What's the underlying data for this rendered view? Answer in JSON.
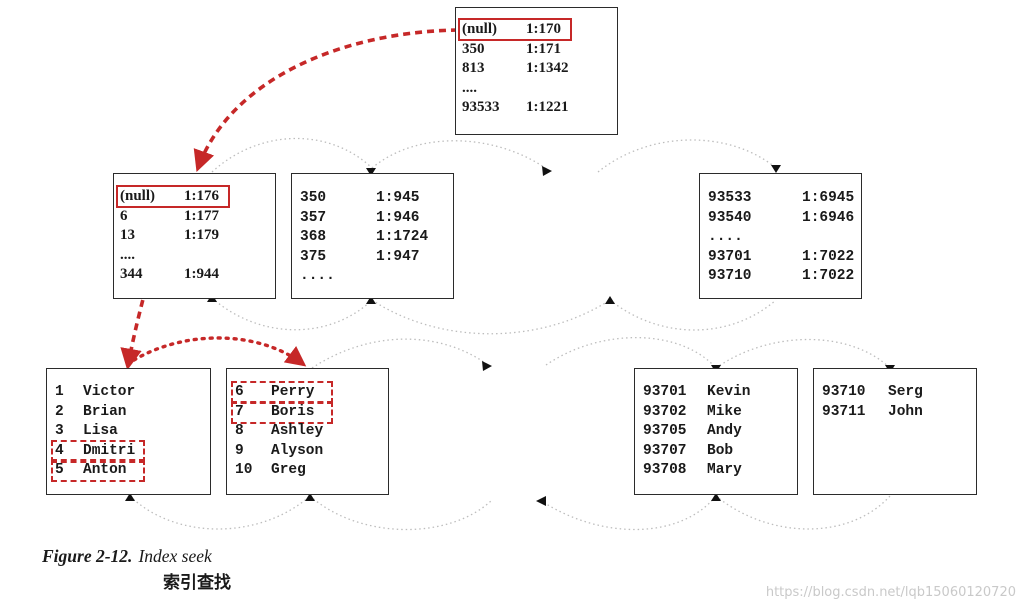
{
  "root_page": {
    "rows": [
      {
        "key": "(null)",
        "ptr": "1:170",
        "highlight": "solid"
      },
      {
        "key": "350",
        "ptr": "1:171"
      },
      {
        "key": "813",
        "ptr": "1:1342"
      },
      {
        "key": "....",
        "ptr": ""
      },
      {
        "key": "93533",
        "ptr": "1:1221"
      }
    ]
  },
  "intermediate_pages": [
    {
      "rows": [
        {
          "key": "(null)",
          "ptr": "1:176",
          "highlight": "solid"
        },
        {
          "key": "6",
          "ptr": "1:177"
        },
        {
          "key": "13",
          "ptr": "1:179"
        },
        {
          "key": "....",
          "ptr": ""
        },
        {
          "key": "344",
          "ptr": "1:944"
        }
      ]
    },
    {
      "rows": [
        {
          "key": "350",
          "ptr": "1:945"
        },
        {
          "key": "357",
          "ptr": "1:946"
        },
        {
          "key": "368",
          "ptr": "1:1724"
        },
        {
          "key": "375",
          "ptr": "1:947"
        },
        {
          "key": "....",
          "ptr": ""
        }
      ]
    },
    {
      "rows": [
        {
          "key": "93533",
          "ptr": "1:6945"
        },
        {
          "key": "93540",
          "ptr": "1:6946"
        },
        {
          "key": "....",
          "ptr": ""
        },
        {
          "key": "93701",
          "ptr": "1:7022"
        },
        {
          "key": "93710",
          "ptr": "1:7022"
        }
      ]
    }
  ],
  "leaf_pages": [
    {
      "rows": [
        {
          "id": "1",
          "name": "Victor"
        },
        {
          "id": "2",
          "name": "Brian"
        },
        {
          "id": "3",
          "name": "Lisa"
        },
        {
          "id": "4",
          "name": "Dmitri",
          "highlight": "dashed"
        },
        {
          "id": "5",
          "name": "Anton",
          "highlight": "dashed"
        }
      ]
    },
    {
      "rows": [
        {
          "id": "6",
          "name": "Perry",
          "highlight": "dashed"
        },
        {
          "id": "7",
          "name": "Boris",
          "highlight": "dashed"
        },
        {
          "id": "8",
          "name": "Ashley"
        },
        {
          "id": "9",
          "name": "Alyson"
        },
        {
          "id": "10",
          "name": "Greg"
        }
      ]
    },
    {
      "rows": [
        {
          "id": "93701",
          "name": "Kevin"
        },
        {
          "id": "93702",
          "name": "Mike"
        },
        {
          "id": "93705",
          "name": "Andy"
        },
        {
          "id": "93707",
          "name": "Bob"
        },
        {
          "id": "93708",
          "name": "Mary"
        }
      ]
    },
    {
      "rows": [
        {
          "id": "93710",
          "name": "Serg"
        },
        {
          "id": "93711",
          "name": "John"
        }
      ]
    }
  ],
  "caption": {
    "figure_number": "Figure 2-12.",
    "title": "Index seek",
    "title_cn": "索引查找"
  },
  "watermark": "https://blog.csdn.net/lqb15060120720",
  "colors": {
    "highlight": "#c62828",
    "link": "#bdbdbd",
    "border": "#2b2b2b"
  }
}
